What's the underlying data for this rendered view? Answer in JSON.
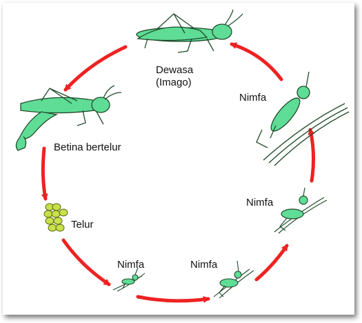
{
  "title": "",
  "colors": {
    "arrow": "#ee2222",
    "insect_fill": "#5fdc96",
    "insect_stroke": "#1f4a2a",
    "egg_fill": "#c8e04a",
    "stem": "#1f4a2a"
  },
  "stages": {
    "adult_line1": "Dewasa",
    "adult_line2": "(Imago)",
    "female_laying": "Betina bertelur",
    "eggs": "Telur",
    "nymph_1": "Nimfa",
    "nymph_2": "Nimfa",
    "nymph_3": "Nimfa",
    "nymph_4": "Nimfa"
  },
  "cycle_order": [
    "Dewasa (Imago)",
    "Betina bertelur",
    "Telur",
    "Nimfa",
    "Nimfa",
    "Nimfa",
    "Nimfa"
  ]
}
